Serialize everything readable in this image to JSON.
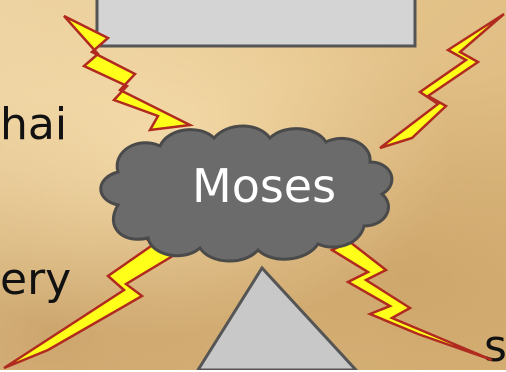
{
  "diagram": {
    "cloud_label": "Moses",
    "background_text": [
      "hai",
      "ery",
      "s"
    ]
  },
  "colors": {
    "bolt_fill": "#ffff1a",
    "bolt_stroke": "#b02a1f",
    "cloud_fill": "#6b6b6b",
    "cloud_stroke": "#4a4a4a",
    "mountain_fill": "#c8c8c8",
    "box_fill": "#d4d4d4"
  }
}
